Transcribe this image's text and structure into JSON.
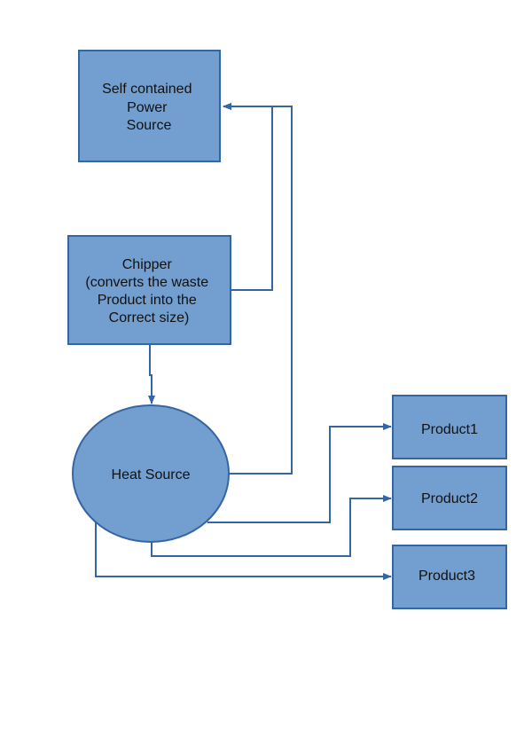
{
  "nodes": {
    "power_source": {
      "lines": [
        "Self contained",
        "Power",
        "Source"
      ]
    },
    "chipper": {
      "lines": [
        "Chipper",
        "(converts the waste",
        "Product into the",
        "Correct size)"
      ]
    },
    "heat_source": {
      "label": "Heat Source"
    },
    "product1": {
      "label": "Product1"
    },
    "product2": {
      "label": "Product2"
    },
    "product3": {
      "label": "Product3"
    }
  },
  "colors": {
    "fill": "#729fcf",
    "stroke": "#3465a4",
    "text": "#111111"
  }
}
